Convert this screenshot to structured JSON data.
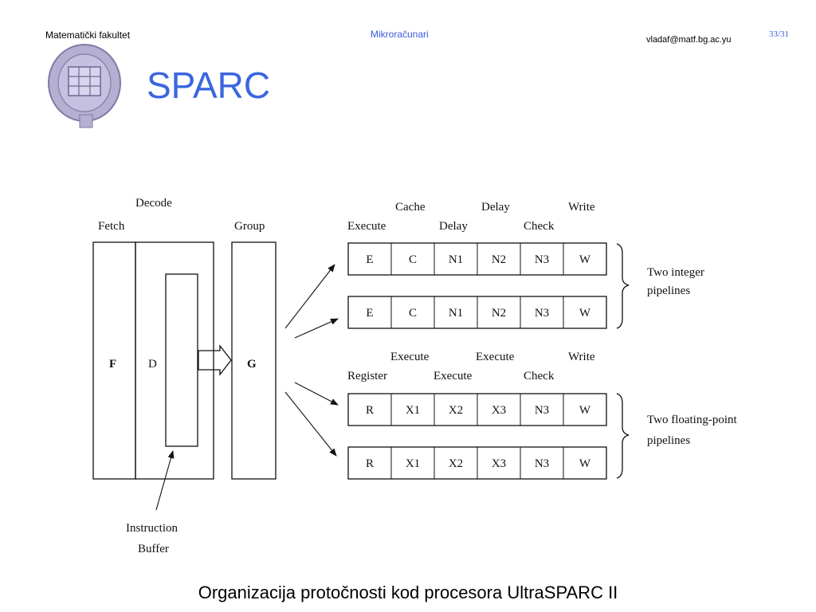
{
  "header": {
    "faculty": "Matematički fakultet",
    "course": "Mikroračunari",
    "email": "vladaf@matf.bg.ac.yu",
    "page": "33/31"
  },
  "slide": {
    "title": "SPARC",
    "caption": "Organizacija protočnosti kod procesora UltraSPARC II"
  },
  "diagram": {
    "fetch_label": "Fetch",
    "decode_label": "Decode",
    "group_label": "Group",
    "f_box": "F",
    "d_box": "D",
    "g_box": "G",
    "instruction_label_1": "Instruction",
    "instruction_label_2": "Buffer",
    "integer_headers": {
      "execute": "Execute",
      "cache": "Cache",
      "delay_top": "Delay",
      "delay": "Delay",
      "write": "Write",
      "check": "Check"
    },
    "integer_row_1": [
      "E",
      "C",
      "N1",
      "N2",
      "N3",
      "W"
    ],
    "integer_row_2": [
      "E",
      "C",
      "N1",
      "N2",
      "N3",
      "W"
    ],
    "integer_label_1": "Two integer",
    "integer_label_2": "pipelines",
    "fp_headers": {
      "register": "Register",
      "execute_top_1": "Execute",
      "execute": "Execute",
      "execute_top_2": "Execute",
      "write": "Write",
      "check": "Check"
    },
    "fp_row_1": [
      "R",
      "X1",
      "X2",
      "X3",
      "N3",
      "W"
    ],
    "fp_row_2": [
      "R",
      "X1",
      "X2",
      "X3",
      "N3",
      "W"
    ],
    "fp_label_1": "Two floating-point",
    "fp_label_2": "pipelines"
  }
}
